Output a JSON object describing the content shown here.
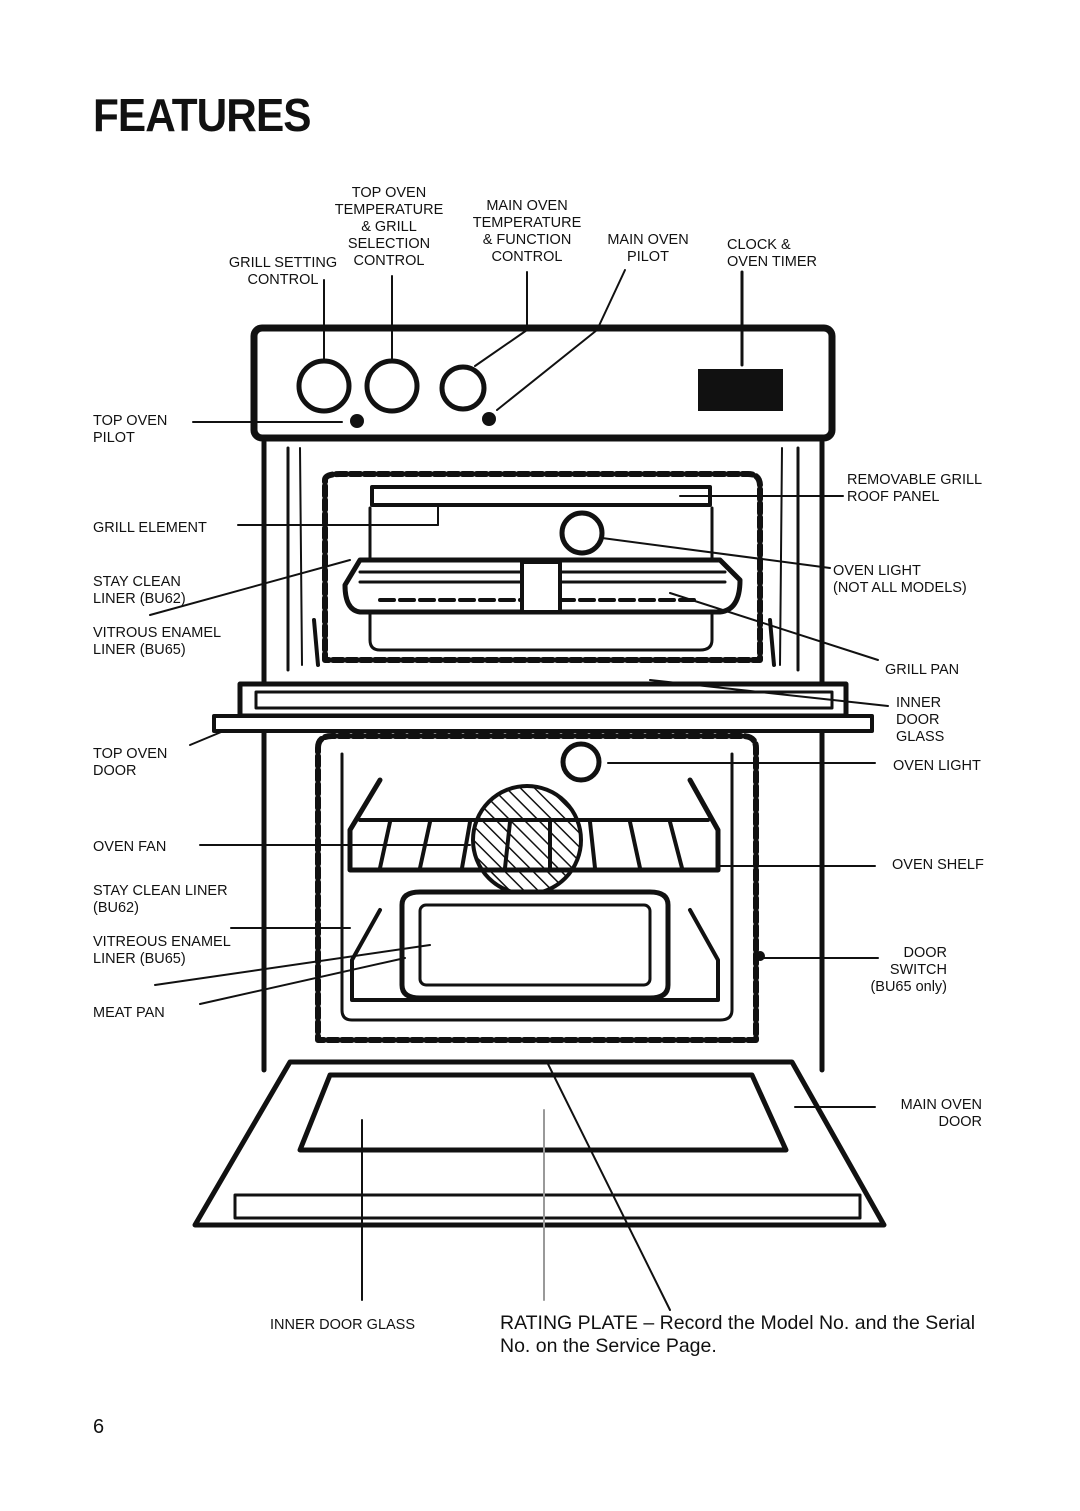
{
  "title": "FEATURES",
  "labels": {
    "top_oven_control": "TOP OVEN\nTEMPERATURE\n& GRILL\nSELECTION\nCONTROL",
    "main_oven_control": "MAIN OVEN\nTEMPERATURE\n& FUNCTION\nCONTROL",
    "main_oven_pilot": "MAIN OVEN\nPILOT",
    "clock_timer": "CLOCK &\nOVEN TIMER",
    "grill_setting": "GRILL SETTING\nCONTROL",
    "top_oven_pilot": "TOP OVEN\nPILOT",
    "removable_grill": "REMOVABLE GRILL\nROOF PANEL",
    "grill_element": "GRILL ELEMENT",
    "stay_clean_top": "STAY CLEAN\nLINER (BU62)",
    "oven_light_top": "OVEN LIGHT\n(NOT ALL MODELS)",
    "vitrous_enamel": "VITROUS ENAMEL\nLINER (BU65)",
    "grill_pan": "GRILL PAN",
    "inner_door_glass_right": "INNER\nDOOR\nGLASS",
    "top_oven_door": "TOP OVEN\nDOOR",
    "oven_light_main": "OVEN LIGHT",
    "oven_fan": "OVEN FAN",
    "oven_shelf": "OVEN SHELF",
    "stay_clean_main": "STAY CLEAN LINER\n(BU62)",
    "vitreous_enamel": "VITREOUS ENAMEL\nLINER (BU65)",
    "door_switch": "DOOR\nSWITCH\n(BU65 only)",
    "meat_pan": "MEAT PAN",
    "main_oven_door": "MAIN OVEN\nDOOR",
    "inner_door_glass_bottom": "INNER DOOR GLASS"
  },
  "rating_plate": "RATING PLATE – Record the Model No. and the Serial No. on the Service Page.",
  "page_number": "6"
}
